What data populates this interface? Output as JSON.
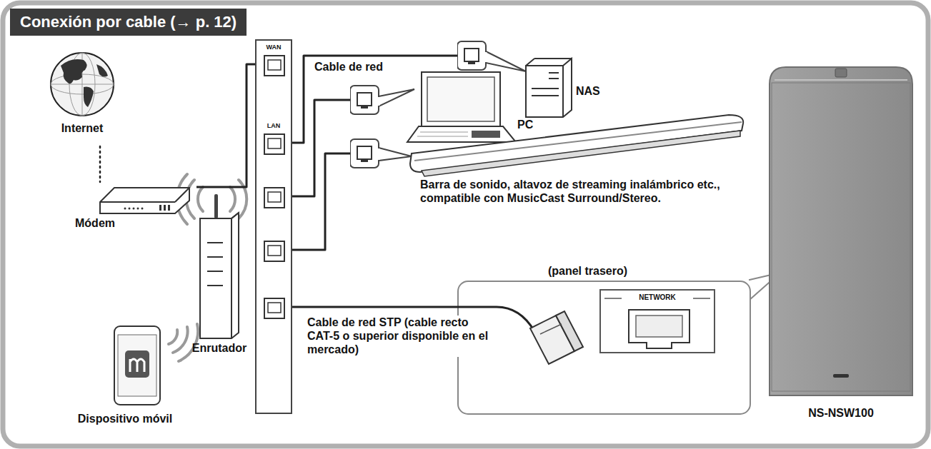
{
  "diagram": {
    "title": "Conexión por cable (→ p. 12)",
    "nodes": [
      {
        "text": [
          "Internet"
        ]
      },
      {
        "text": [
          "Módem"
        ]
      },
      {
        "text": [
          "Enrutador"
        ]
      },
      {
        "text": [
          "WAN",
          "LAN"
        ]
      },
      {
        "text": [
          "Dispositivo móvil"
        ]
      },
      {
        "text": [
          "NAS"
        ]
      },
      {
        "text": [
          "PC"
        ]
      },
      {
        "text": [
          "Barra de sonido, altavoz de streaming inalámbrico etc., compatible con MusicCast Surround/Stereo."
        ]
      },
      {
        "text": [
          "(panel trasero)",
          "NETWORK"
        ]
      },
      {
        "text": [
          "NS-NSW100"
        ]
      }
    ],
    "edges": [
      {
        "from": 0,
        "to": 1,
        "arrow": "none"
      },
      {
        "from": 1,
        "to": 3,
        "arrow": "none"
      },
      {
        "from": 3,
        "to": 5,
        "label": "Cable de red",
        "arrow": "none"
      },
      {
        "from": 3,
        "to": 6,
        "arrow": "none"
      },
      {
        "from": 3,
        "to": 7,
        "arrow": "none"
      },
      {
        "from": 3,
        "to": 8,
        "label": "Cable de red STP (cable recto CAT-5 o superior disponible en el mercado)",
        "arrow": "none"
      }
    ]
  }
}
